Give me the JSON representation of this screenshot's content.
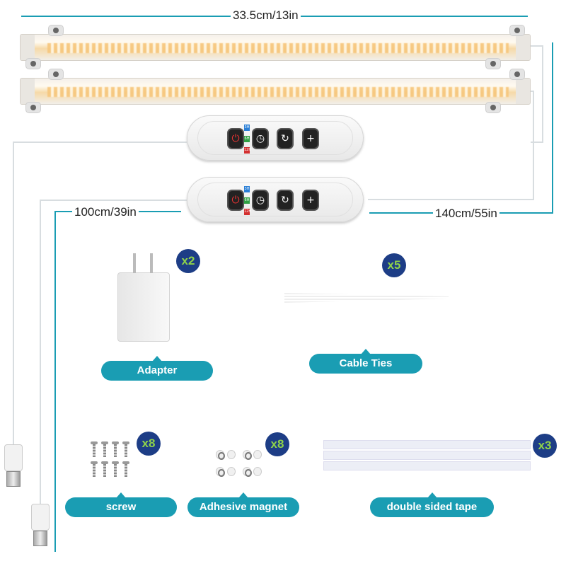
{
  "dimensions": {
    "bar_length": "33.5cm/13in",
    "cable_left": "100cm/39in",
    "cable_right": "140cm/55in"
  },
  "controller": {
    "buttons": [
      {
        "icon": "power-icon"
      },
      {
        "icon": "timer-icon"
      },
      {
        "icon": "cycle-icon"
      },
      {
        "icon": "brightness-plus-icon"
      }
    ],
    "timer_tags": [
      {
        "label": "3H",
        "color": "#2a7fd6"
      },
      {
        "label": "6H",
        "color": "#2ea043"
      },
      {
        "label": "12H",
        "color": "#d32f2f"
      }
    ]
  },
  "accessories": [
    {
      "label": "Adapter",
      "quantity": "x2"
    },
    {
      "label": "Cable  Ties",
      "quantity": "x5"
    },
    {
      "label": "screw",
      "quantity": "x8"
    },
    {
      "label": "Adhesive magnet",
      "quantity": "x8"
    },
    {
      "label": "double sided tape",
      "quantity": "x3"
    }
  ],
  "colors": {
    "accent": "#1a9db3",
    "badge_bg": "#1d3d86",
    "badge_text": "#8fd34a"
  }
}
